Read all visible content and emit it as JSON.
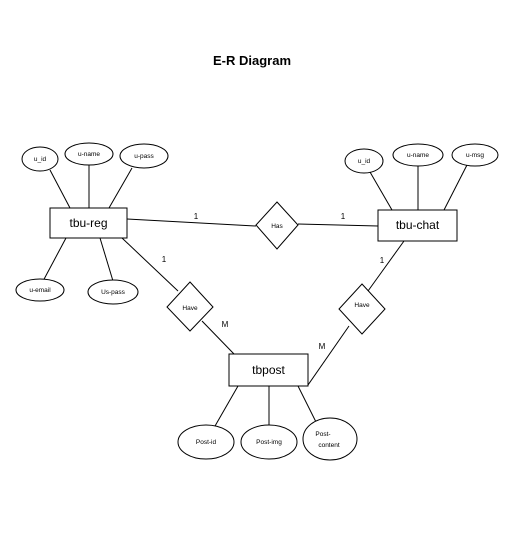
{
  "diagram": {
    "title": "E-R Diagram",
    "entities": {
      "tbu_reg": "tbu-reg",
      "tbu_chat": "tbu-chat",
      "tbpost": "tbpost"
    },
    "relationships": {
      "has": "Has",
      "have_left": "Have",
      "have_right": "Have"
    },
    "attributes": {
      "reg_u_id": "u_id",
      "reg_u_name": "u-name",
      "reg_u_pass": "u-pass",
      "reg_u_email": "u-email",
      "reg_us_pass": "Us-pass",
      "chat_u_id": "u_id",
      "chat_u_name": "u-name",
      "chat_u_msg": "u-msg",
      "post_id": "Post-id",
      "post_img": "Post-img",
      "post_content_line1": "Post-",
      "post_content_line2": "content"
    },
    "cardinalities": {
      "reg_has": "1",
      "has_chat": "1",
      "reg_have": "1",
      "have_post_left": "M",
      "chat_have": "1",
      "have_post_right": "M"
    }
  }
}
